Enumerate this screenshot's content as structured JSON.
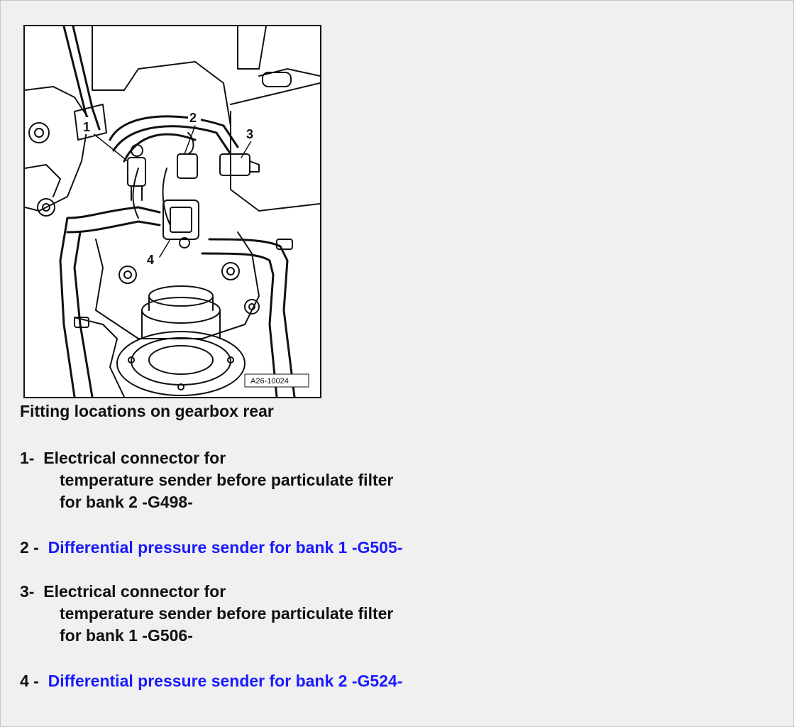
{
  "figure": {
    "reference_code": "A26-10024",
    "callouts": [
      "1",
      "2",
      "3",
      "4"
    ]
  },
  "caption": "Fitting locations on gearbox rear",
  "legend": [
    {
      "number": "1-",
      "line1": "Electrical connector for",
      "line2": "temperature sender before particulate filter",
      "line3": "for bank 2 -G498-"
    },
    {
      "number": "2 -",
      "link_text": "Differential pressure sender for bank 1 -G505-"
    },
    {
      "number": "3-",
      "line1": "Electrical connector for",
      "line2": "temperature sender before particulate filter",
      "line3": "for bank 1 -G506-"
    },
    {
      "number": "4 -",
      "link_text": "Differential pressure sender for bank 2 -G524-"
    }
  ],
  "colors": {
    "link": "#1a1aff",
    "background": "#f0f0f0",
    "text": "#111111"
  }
}
